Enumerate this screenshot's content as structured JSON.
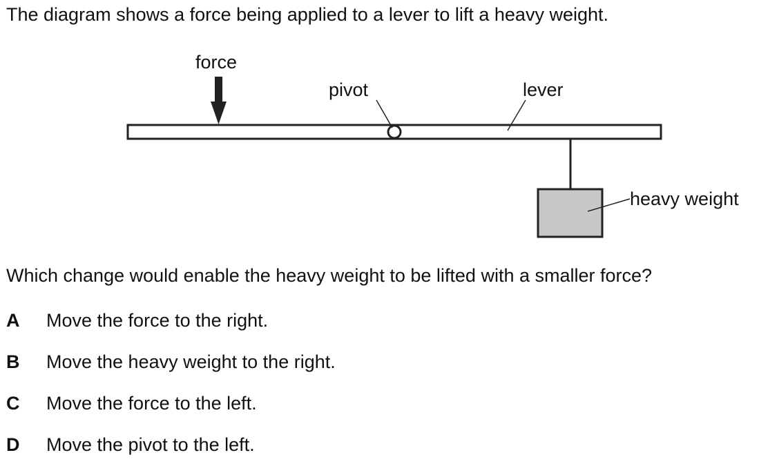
{
  "intro": "The diagram shows a force being applied to a lever to lift a heavy weight.",
  "diagram": {
    "labels": {
      "force": "force",
      "pivot": "pivot",
      "lever": "lever",
      "heavy_weight": "heavy weight"
    },
    "colors": {
      "line": "#222222",
      "weight_fill": "#c8c8c8"
    }
  },
  "question": "Which change would enable the heavy weight to be lifted with a smaller force?",
  "options": [
    {
      "letter": "A",
      "text": "Move the force to the right."
    },
    {
      "letter": "B",
      "text": "Move the heavy weight to the right."
    },
    {
      "letter": "C",
      "text": "Move the force to the left."
    },
    {
      "letter": "D",
      "text": "Move the pivot to the left."
    }
  ]
}
